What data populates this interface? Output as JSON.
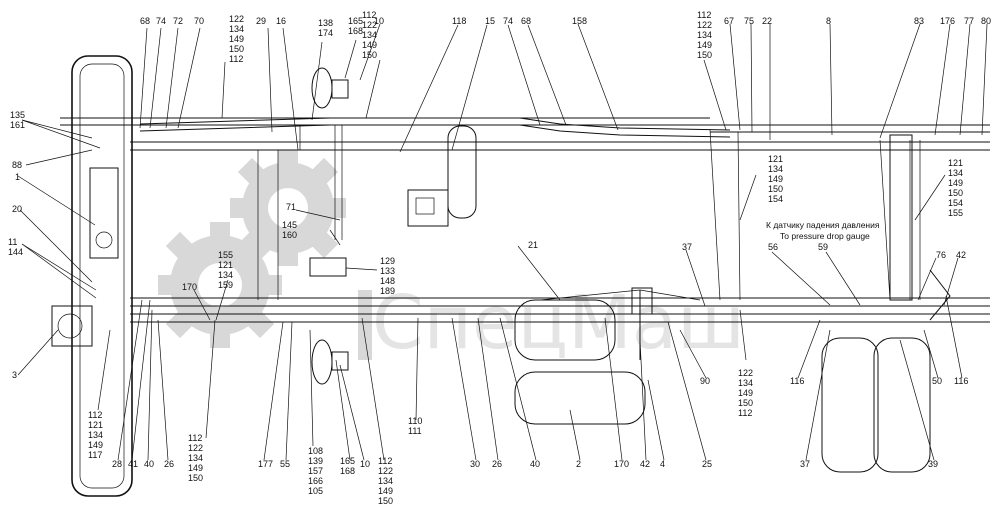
{
  "watermark": {
    "text": "СпецМаш"
  },
  "note": {
    "ru": "К датчику падения давления",
    "en": "To pressure drop gauge"
  },
  "callouts": {
    "c68a": "68",
    "c74a": "74",
    "c72": "72",
    "c70": "70",
    "c122_134_149_150_112_a": [
      "122",
      "134",
      "149",
      "150",
      "112"
    ],
    "c29": "29",
    "c16": "16",
    "c138_174": [
      "138",
      "174"
    ],
    "c165_168_a": [
      "165",
      "168"
    ],
    "c10a": "10",
    "c112_122_134_149_150_a": [
      "112",
      "122",
      "134",
      "149",
      "150"
    ],
    "c118": "118",
    "c15": "15",
    "c74b": "74",
    "c68b": "68",
    "c158": "158",
    "c112_122_134_149_150_b": [
      "112",
      "122",
      "134",
      "149",
      "150"
    ],
    "c67": "67",
    "c75": "75",
    "c22": "22",
    "c8": "8",
    "c83": "83",
    "c176": "176",
    "c77": "77",
    "c80": "80",
    "c135_161": [
      "135",
      "161"
    ],
    "c88": "88",
    "c1": "1",
    "c20": "20",
    "c11_144": [
      "11",
      "144"
    ],
    "c3": "3",
    "c121_134_149_150_154": [
      "121",
      "134",
      "149",
      "150",
      "154"
    ],
    "c121_134_149_150_154_155": [
      "121",
      "134",
      "149",
      "150",
      "154",
      "155"
    ],
    "c71": "71",
    "c145_160": [
      "145",
      "160"
    ],
    "c155_121_134_159": [
      "155",
      "121",
      "134",
      "159"
    ],
    "c170a": "170",
    "c129_133_148_189": [
      "129",
      "133",
      "148",
      "189"
    ],
    "c21": "21",
    "c37a": "37",
    "c56": "56",
    "c59": "59",
    "c76": "76",
    "c42a": "42",
    "c112_121_134_149_117": [
      "112",
      "121",
      "134",
      "149",
      "117"
    ],
    "c28": "28",
    "c41": "41",
    "c40a": "40",
    "c26a": "26",
    "c112_122_134_149_150_c": [
      "112",
      "122",
      "134",
      "149",
      "150"
    ],
    "c177": "177",
    "c55": "55",
    "c108_139_157_166_105": [
      "108",
      "139",
      "157",
      "166",
      "105"
    ],
    "c165_168_b": [
      "165",
      "168"
    ],
    "c10b": "10",
    "c112_122_134_149_150_d": [
      "112",
      "122",
      "134",
      "149",
      "150"
    ],
    "c110_111": [
      "110",
      "111"
    ],
    "c30": "30",
    "c26b": "26",
    "c40b": "40",
    "c2": "2",
    "c170b": "170",
    "c42b": "42",
    "c4": "4",
    "c25": "25",
    "c90": "90",
    "c122_134_149_150_112_b": [
      "122",
      "134",
      "149",
      "150",
      "112"
    ],
    "c116a": "116",
    "c37b": "37",
    "c39": "39",
    "c50": "50",
    "c116b": "116"
  }
}
